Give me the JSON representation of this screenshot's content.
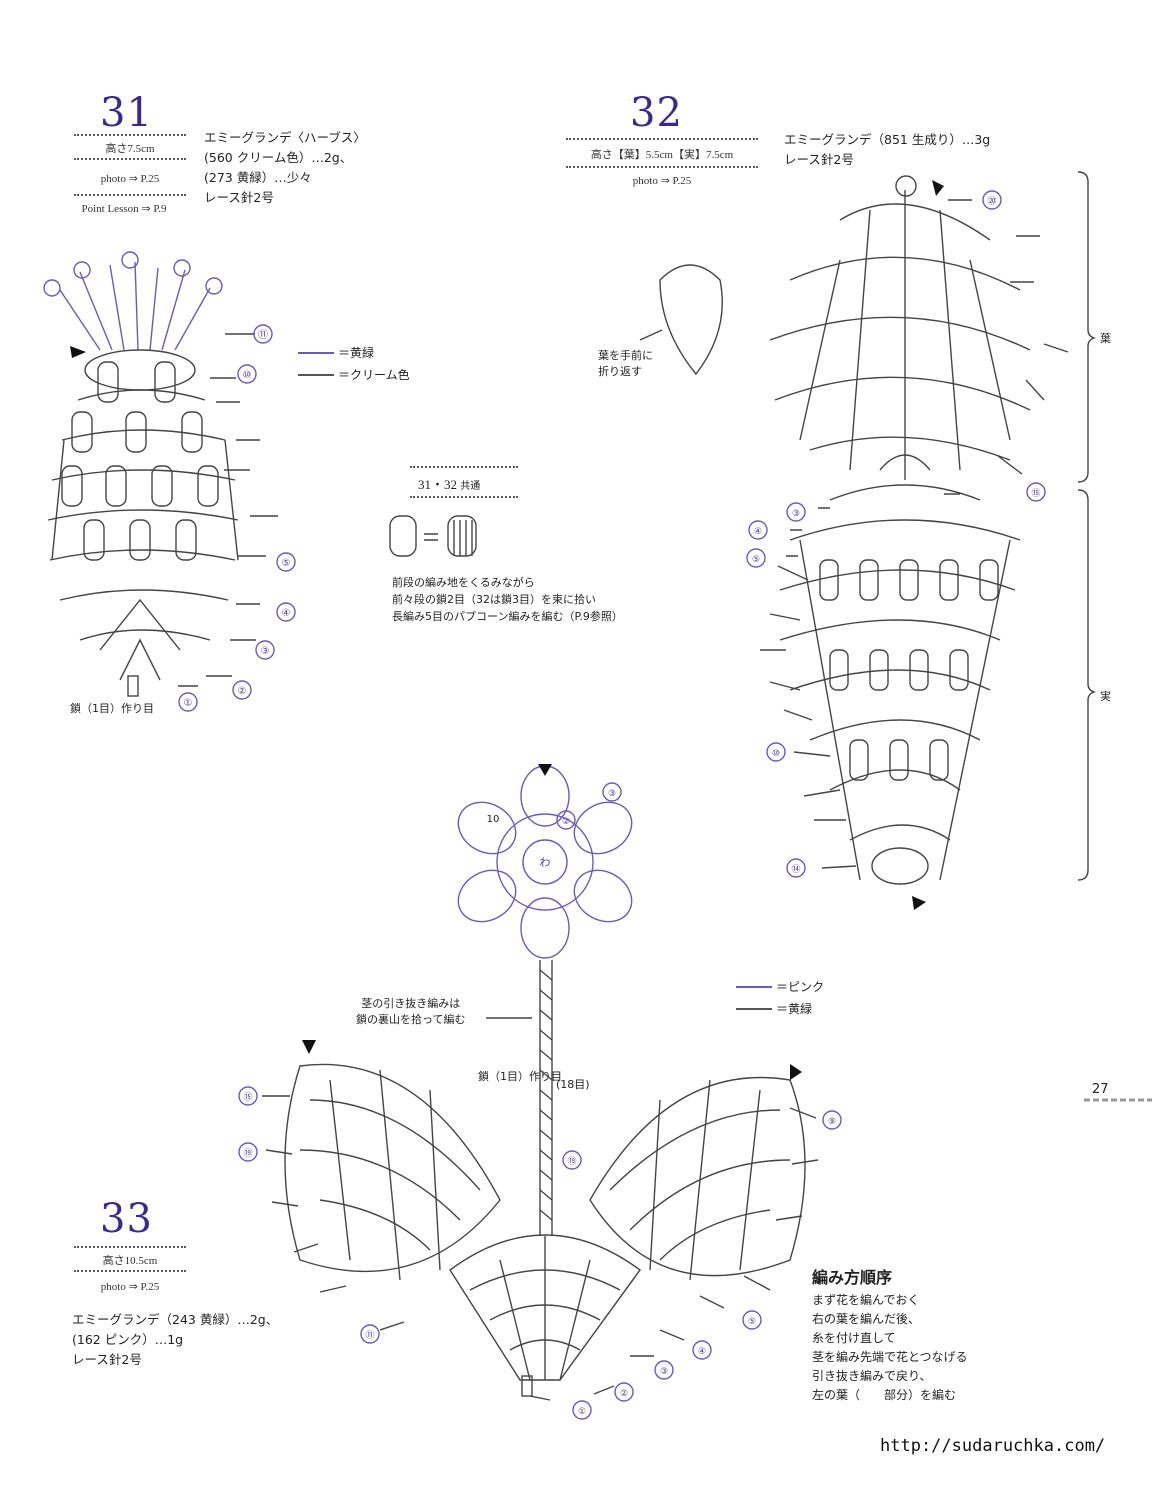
{
  "p31": {
    "number": "31",
    "height": "高さ7.5cm",
    "photo": "photo ⇒ P.25",
    "lesson": "Point Lesson ⇒ P.9",
    "materials": [
      "エミーグランデ〈ハーブス〉",
      "(560 クリーム色）…2g、",
      "(273 黄緑）…少々",
      "レース針2号"
    ],
    "legend_yellow": "＝黄緑",
    "legend_cream": "＝クリーム色",
    "start_note": "鎖（1目）作り目",
    "rounds": [
      "⑪",
      "⑩",
      "⑤",
      "④",
      "③",
      "②",
      "①"
    ]
  },
  "p32": {
    "number": "32",
    "spec": "高さ【葉】5.5cm【実】7.5cm",
    "photo": "photo ⇒ P.25",
    "materials": [
      "エミーグランデ（851 生成り）…3g",
      "レース針2号"
    ],
    "fold_note": [
      "葉を手前に",
      "折り返す"
    ],
    "side_leaf": "葉",
    "side_fruit": "実",
    "rounds": [
      "⑳",
      "⑮",
      "③",
      "④",
      "⑤",
      "⑩",
      "⑭"
    ]
  },
  "common": {
    "title": "31・32",
    "sub": "共通",
    "note": [
      "前段の編み地をくるみながら",
      "前々段の鎖2目（32は鎖3目）を束に拾い",
      "長編み5目のパプコーン編みを編む（P.9参照）"
    ]
  },
  "p33": {
    "number": "33",
    "height": "高さ10.5cm",
    "photo": "photo ⇒ P.25",
    "materials": [
      "エミーグランデ（243 黄緑）…2g、",
      "(162 ピンク）…1g",
      "レース針2号"
    ],
    "legend_pink": "＝ピンク",
    "legend_yellow": "＝黄緑",
    "stem_note": [
      "茎の引き抜き編みは",
      "鎖の裏山を拾って編む"
    ],
    "stem_count": "(18目)",
    "start_note": "鎖（1目）作り目",
    "flower_ring": "わ",
    "flower_ten": "10",
    "rounds_left": [
      "⑮",
      "⑲",
      "⑪"
    ],
    "rounds_right": [
      "⑨",
      "⑤",
      "④",
      "③",
      "②",
      "①",
      "⑲"
    ],
    "flower_rounds": [
      "③",
      "②"
    ],
    "steps_title": "編み方順序",
    "steps": [
      "まず花を編んでおく",
      "右の葉を編んだ後、",
      "糸を付け直して",
      "茎を編み先端で花とつなげる",
      "引き抜き編みで戻り、",
      "左の葉（　　部分）を編む"
    ]
  },
  "page_number": "27",
  "url": "http://sudaruchka.com/",
  "colors": {
    "accent": "#3b2a8c",
    "purple_line": "#6b5bb8",
    "line": "#444444"
  }
}
